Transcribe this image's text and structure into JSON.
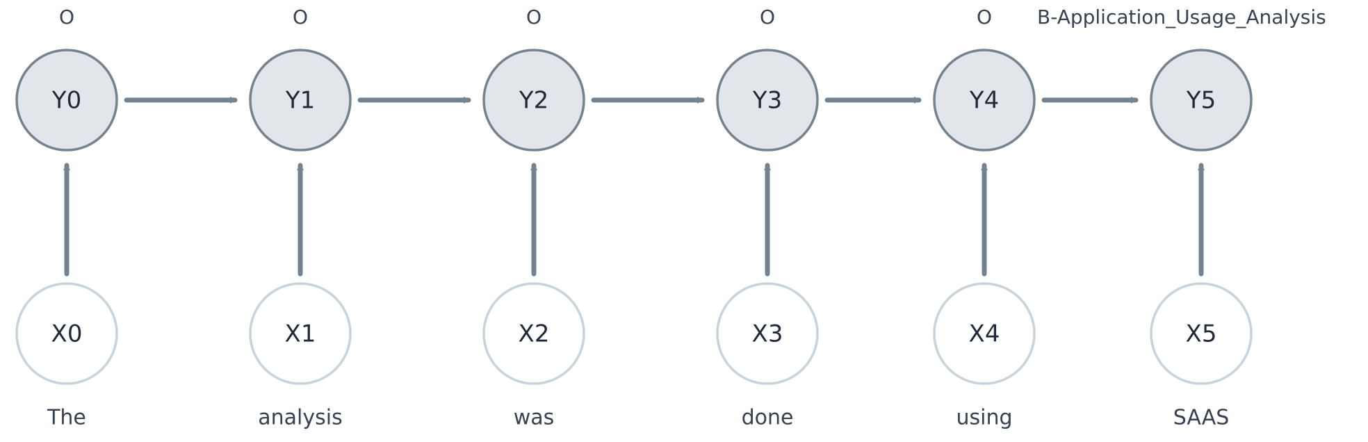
{
  "diagram": {
    "type": "linear-chain-crf",
    "colors": {
      "hidden_fill": "#e2e6ea",
      "hidden_stroke": "#758391",
      "observed_fill": "#ffffff",
      "observed_stroke": "#c9d3dc",
      "edge": "#758391",
      "text": "#1f2937"
    },
    "steps": [
      {
        "tag": "O",
        "hidden": "Y0",
        "observed": "X0",
        "word": "The"
      },
      {
        "tag": "O",
        "hidden": "Y1",
        "observed": "X1",
        "word": "analysis"
      },
      {
        "tag": "O",
        "hidden": "Y2",
        "observed": "X2",
        "word": "was"
      },
      {
        "tag": "O",
        "hidden": "Y3",
        "observed": "X3",
        "word": "done"
      },
      {
        "tag": "O",
        "hidden": "Y4",
        "observed": "X4",
        "word": "using"
      },
      {
        "tag": "B-Application_Usage_Analysis",
        "hidden": "Y5",
        "observed": "X5",
        "word": "SAAS"
      }
    ]
  }
}
